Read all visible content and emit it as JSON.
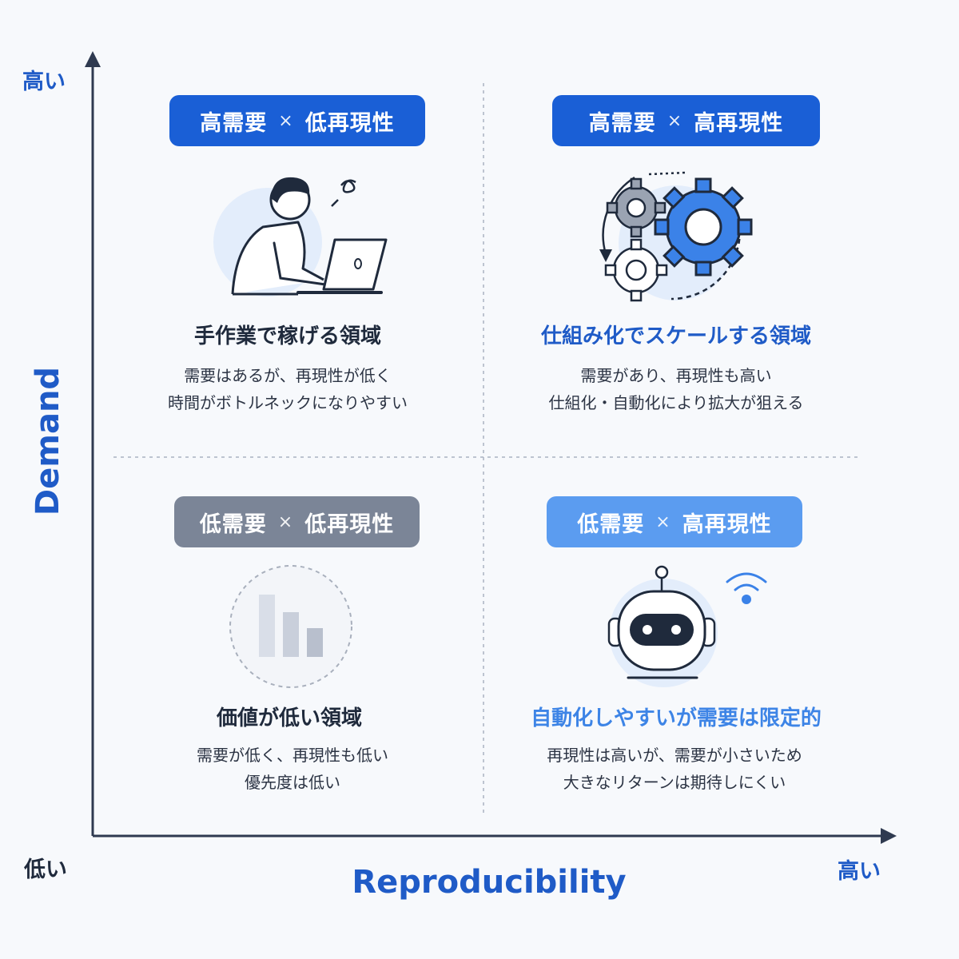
{
  "axes": {
    "y_title": "Demand",
    "x_title": "Reproducibility",
    "y_high": "高い",
    "x_low": "低い",
    "x_high": "高い"
  },
  "quadrants": {
    "top_left": {
      "badge_left": "高需要",
      "badge_sep": "×",
      "badge_right": "低再現性",
      "title": "手作業で稼げる領域",
      "desc": [
        "需要はあるが、再現性が低く",
        "時間がボトルネックになりやすい"
      ],
      "icon": "person-at-laptop-icon"
    },
    "top_right": {
      "badge_left": "高需要",
      "badge_sep": "×",
      "badge_right": "高再現性",
      "title": "仕組み化でスケールする領域",
      "desc": [
        "需要があり、再現性も高い",
        "仕組化・自動化により拡大が狙える"
      ],
      "icon": "gears-icon"
    },
    "bottom_left": {
      "badge_left": "低需要",
      "badge_sep": "×",
      "badge_right": "低再現性",
      "title": "価値が低い領域",
      "desc": [
        "需要が低く、再現性も低い",
        "優先度は低い"
      ],
      "icon": "declining-bars-icon"
    },
    "bottom_right": {
      "badge_left": "低需要",
      "badge_sep": "×",
      "badge_right": "高再現性",
      "title": "自動化しやすいが需要は限定的",
      "desc": [
        "再現性は高いが、需要が小さいため",
        "大きなリターンは期待しにくい"
      ],
      "icon": "robot-icon"
    }
  },
  "colors": {
    "axis": "#2f3a50",
    "badge_dark_blue": "#1a5fd6",
    "badge_gray": "#7b8597",
    "badge_light_blue": "#5b9cf0",
    "title_dark": "#1f2a3c",
    "title_blue": "#1f5bc7",
    "title_light_blue": "#3d84e6"
  }
}
